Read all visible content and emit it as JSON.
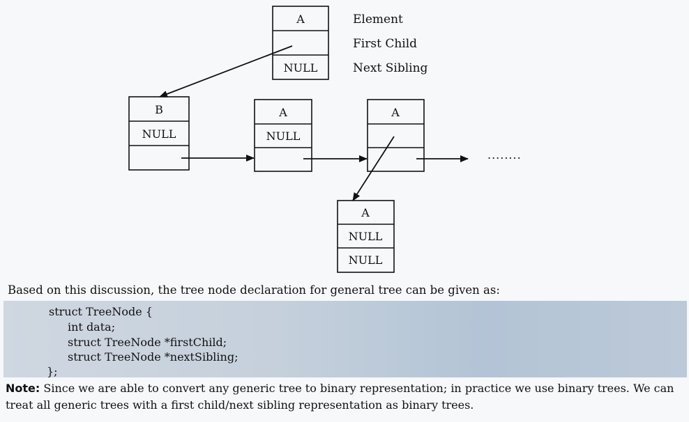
{
  "legend": {
    "element": "Element",
    "first_child": "First Child",
    "next_sibling": "Next Sibling"
  },
  "diagram": {
    "root": {
      "element": "A",
      "first_child": "",
      "next_sibling": "NULL"
    },
    "level1": [
      {
        "element": "B",
        "first_child": "NULL",
        "next_sibling": ""
      },
      {
        "element": "A",
        "first_child": "NULL",
        "next_sibling": ""
      },
      {
        "element": "A",
        "first_child": "",
        "next_sibling": ""
      }
    ],
    "continuation": "........",
    "child": {
      "element": "A",
      "first_child": "NULL",
      "next_sibling": "NULL"
    }
  },
  "text": {
    "intro": "Based on this discussion, the tree node declaration for general tree can be given as:",
    "code": [
      "struct TreeNode {",
      "int data;",
      "struct TreeNode *firstChild;",
      "struct TreeNode *nextSibling;",
      "};"
    ],
    "note_label": "Note:",
    "note_body": " Since we are able to convert any generic tree to binary representation; in practice we use binary trees. We can treat all generic trees with a first child/next sibling representation as binary trees."
  }
}
